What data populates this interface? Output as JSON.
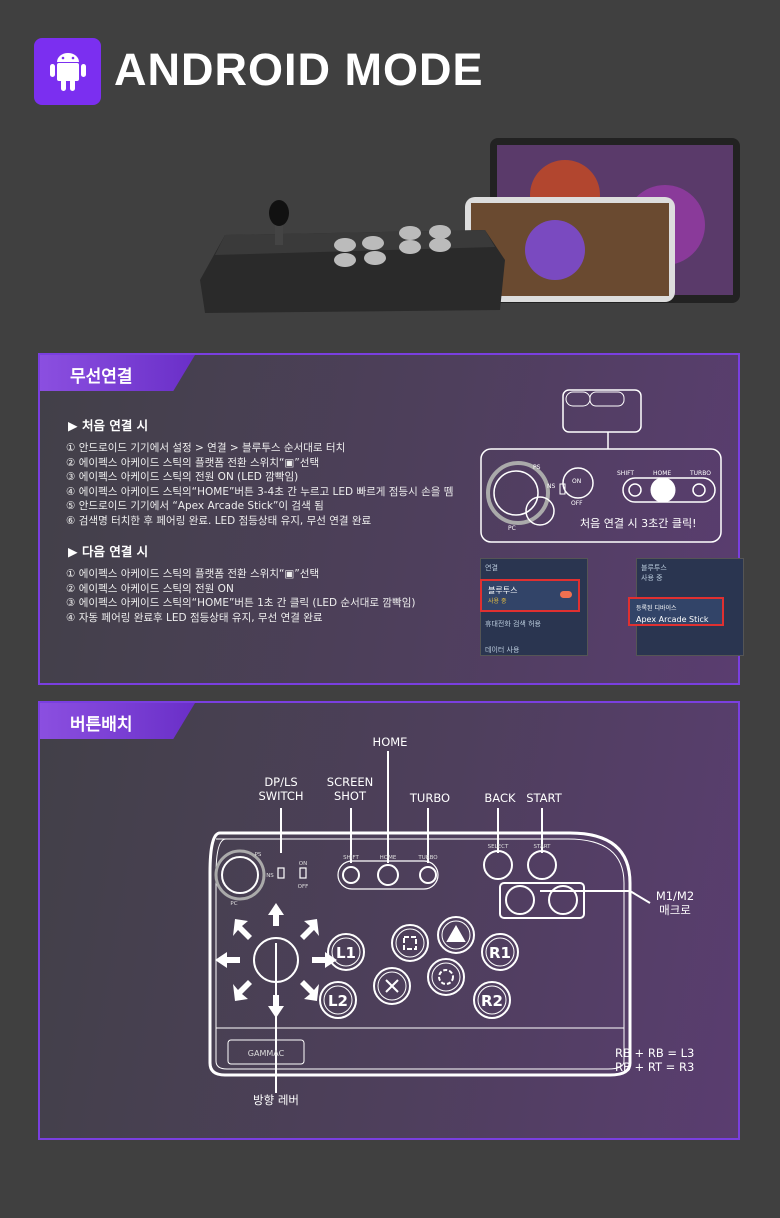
{
  "header": {
    "title": "ANDROID MODE",
    "icon": "android-icon",
    "accent": "#7b2ff0"
  },
  "wireless": {
    "tab": "무선연결",
    "first_heading": "▶ 처음 연결 시",
    "first_steps": [
      "① 안드로이드 기기에서 설정 > 연결 > 블루투스 순서대로 터치",
      "② 에이펙스 아케이드 스틱의 플랫폼 전환 스위치“▣”선택",
      "③ 에이펙스 아케이드 스틱의 전원 ON (LED 깜빡임)",
      "④ 에이펙스 아케이드 스틱의“HOME”버튼 3-4초 간 누르고 LED 빠르게 점등시 손을 뗌",
      "⑤ 안드로이드 기기에서 “Apex Arcade Stick”이 검색 됨",
      "⑥ 검색명 터치한 후 페어링 완료. LED 점등상태 유지, 무선 연결 완료"
    ],
    "next_heading": "▶ 다음 연결 시",
    "next_steps": [
      "① 에이펙스 아케이드 스틱의 플랫폼 전환 스위치“▣”선택",
      "② 에이펙스 아케이드 스틱의 전원 ON",
      "③ 에이펙스 아케이드 스틱의“HOME”버튼 1초 간 클릭 (LED 순서대로 깜빡임)",
      "④ 자동 페어링 완료후 LED 점등상태 유지, 무선 연결 완료"
    ],
    "diagram": {
      "shift": "SHIFT",
      "home": "HOME",
      "turbo": "TURBO",
      "on": "ON",
      "off": "OFF",
      "ps": "PS",
      "ns": "NS",
      "pc": "PC",
      "note": "처음 연결 시 3초간 클릭!"
    },
    "phone1": {
      "header": "연결",
      "item": "블루투스",
      "status": "사용 중",
      "item2": "휴대전화 검색 허용",
      "item3": "데이터 사용"
    },
    "phone2": {
      "header": "블루투스",
      "status": "사용 중",
      "section": "등록된 디바이스",
      "device": "Apex Arcade Stick"
    }
  },
  "buttons": {
    "tab": "버튼배치",
    "labels": {
      "home": "HOME",
      "dpls": "DP/LS\nSWITCH",
      "screenshot": "SCREEN\nSHOT",
      "turbo": "TURBO",
      "back": "BACK",
      "start": "START",
      "macro": "M1/M2\n매크로",
      "lever": "방향 레버",
      "combo1": "RB + RB = L3",
      "combo2": "RB + RT = R3"
    },
    "small": {
      "shift": "SHIFT",
      "home": "HOME",
      "turbo": "TURBO",
      "select": "SELECT",
      "start": "START",
      "on": "ON",
      "off": "OFF",
      "ps": "PS",
      "ns": "NS",
      "pc": "PC",
      "l1": "L1",
      "l2": "L2",
      "r1": "R1",
      "r2": "R2",
      "brand": "GAMMAC"
    }
  }
}
